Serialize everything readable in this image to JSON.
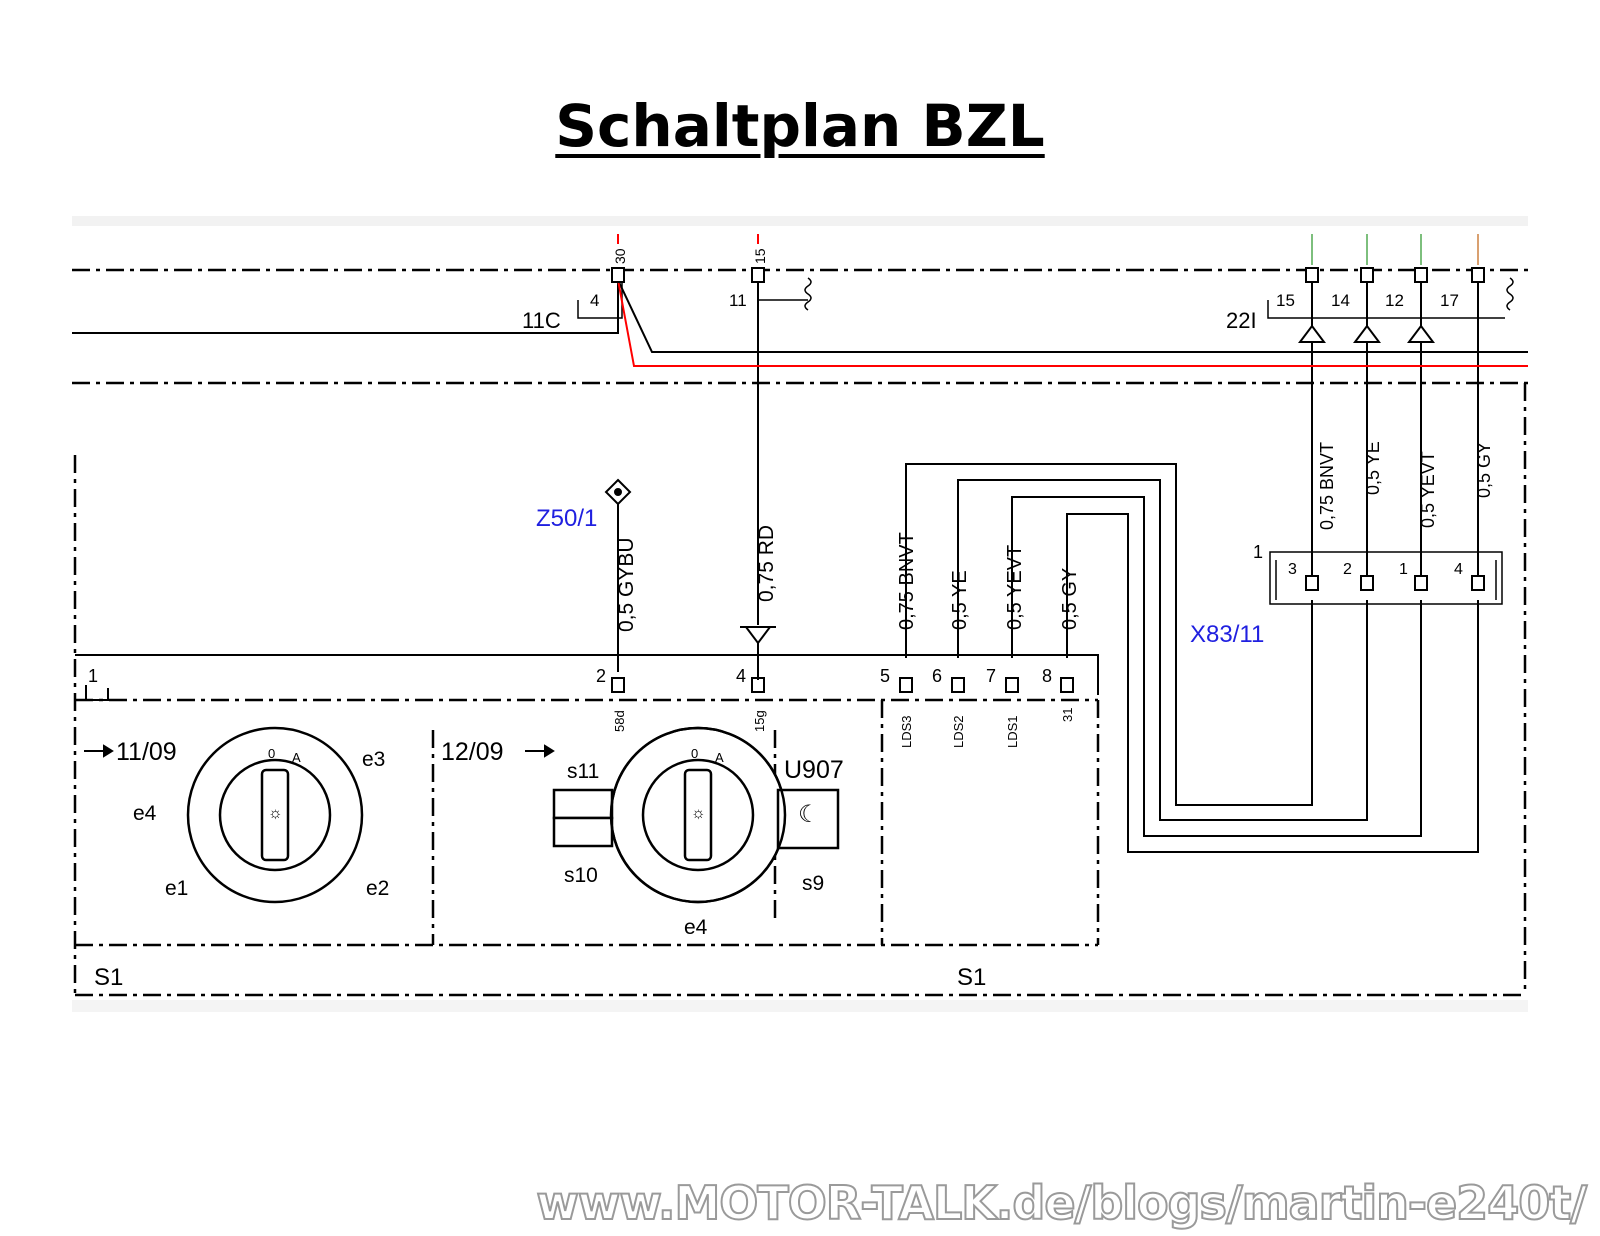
{
  "title": "Schaltplan BZL",
  "watermark": "www.MOTOR-TALK.de/blogs/martin-e240t/",
  "top_connector": {
    "label": "11C",
    "pin4": "4",
    "pin30": "30",
    "pin11": "11",
    "pin15": "15"
  },
  "right_connector": {
    "label": "22I",
    "pins": [
      "15",
      "14",
      "12",
      "17"
    ]
  },
  "vertical_wires_right": [
    "0,75 BNVT",
    "0,5 YE",
    "0,5 YEVT",
    "0,5 GY"
  ],
  "x83": {
    "label": "X83/11",
    "connector_no": "1",
    "pins": [
      "3",
      "2",
      "1",
      "4"
    ]
  },
  "z50": {
    "label": "Z50/1"
  },
  "wires_center": [
    "0,5 GYBU",
    "0,75 RD"
  ],
  "wires_lds": [
    "0,75 BNVT",
    "0,5 YE",
    "0,5 YEVT",
    "0,5 GY"
  ],
  "s1_connector": {
    "pin_numbers": [
      "1",
      "2",
      "4",
      "5",
      "6",
      "7",
      "8"
    ],
    "terminals": [
      "58d",
      "15g",
      "LDS3",
      "LDS2",
      "LDS1",
      "31"
    ]
  },
  "switch_left": {
    "date": "11/09",
    "e4": "e4",
    "e3": "e3",
    "e1": "e1",
    "e2": "e2"
  },
  "switch_right": {
    "date": "12/09",
    "s11": "s11",
    "s10": "s10",
    "e4": "e4",
    "u907": "U907",
    "s9": "s9"
  },
  "dial_marks": {
    "zero": "0",
    "auto": "A"
  },
  "s1_labels": [
    "S1",
    "S1"
  ],
  "colors": {
    "red_wire": "#ff0000",
    "blue_labels": "#2020e0",
    "green_wire": "#7dbf7d",
    "orange_wire": "#d9a070"
  }
}
